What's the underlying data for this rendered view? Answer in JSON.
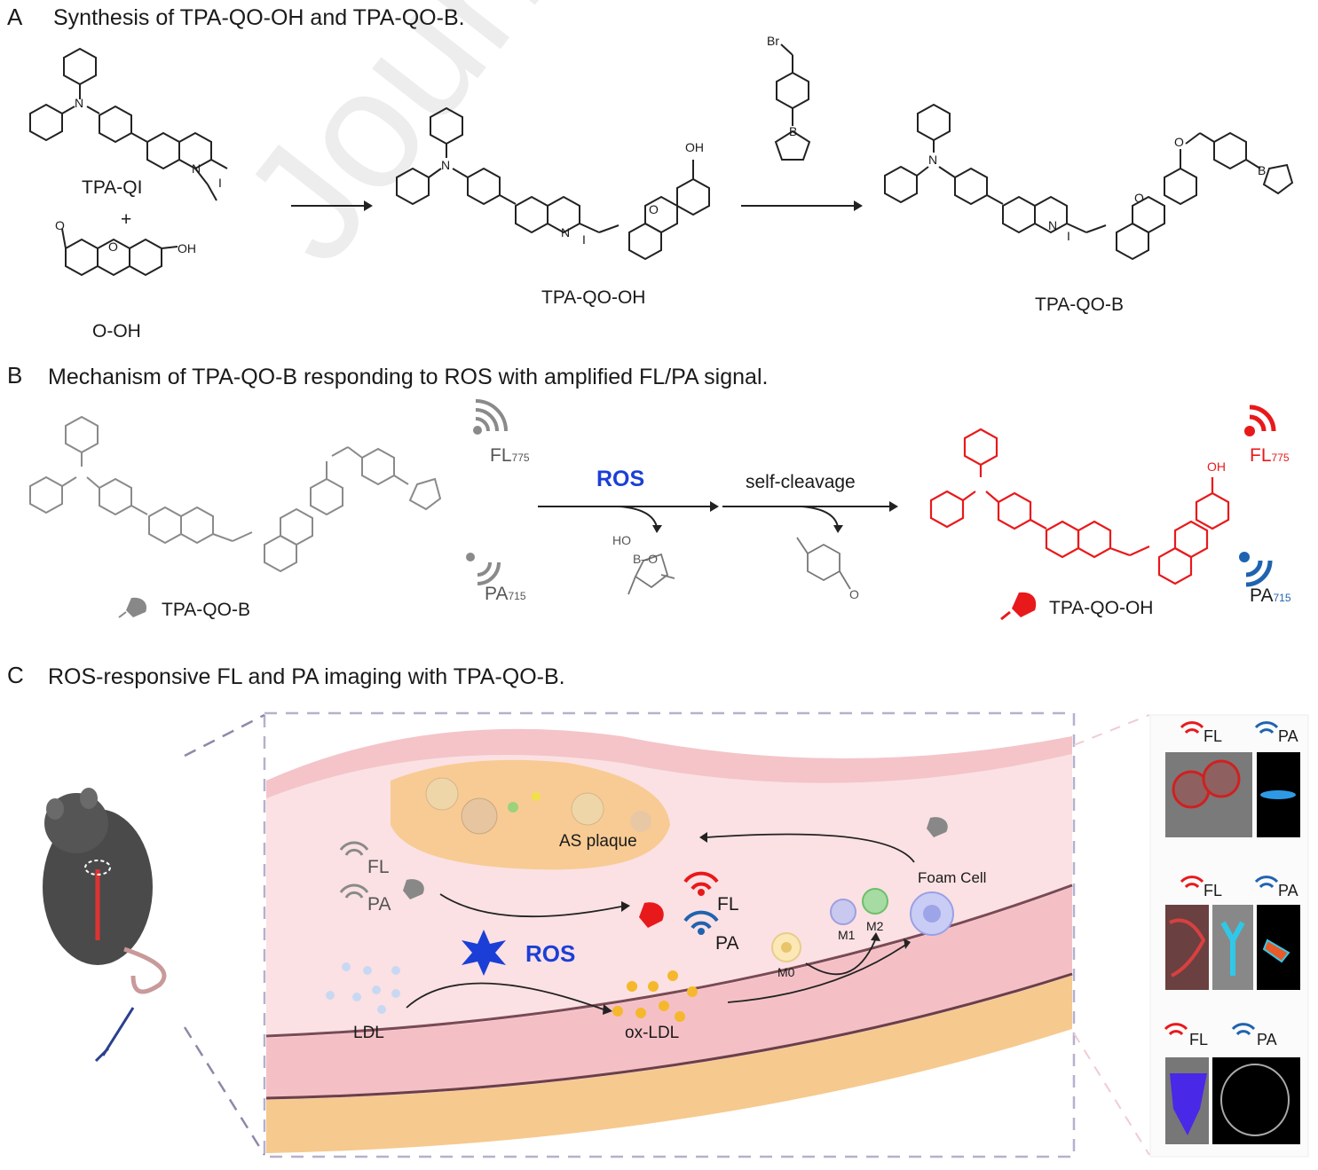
{
  "watermark": "Journal Pre",
  "panelA": {
    "letter": "A",
    "title": "Synthesis of TPA-QO-OH and TPA-QO-B.",
    "compounds": {
      "tpa_qi": "TPA-QI",
      "plus": "+",
      "o_oh": "O-OH",
      "tpa_qo_oh": "TPA-QO-OH",
      "tpa_qo_b": "TPA-QO-B"
    },
    "atoms": {
      "N": "N",
      "N_plus": "N",
      "I_minus": "I",
      "O": "O",
      "OH": "OH",
      "Br": "Br",
      "B": "B"
    }
  },
  "panelB": {
    "letter": "B",
    "title": "Mechanism of TPA-QO-B responding to ROS with amplified FL/PA signal.",
    "left_compound": "TPA-QO-B",
    "right_compound": "TPA-QO-OH",
    "fl": "FL",
    "fl_sub": "775",
    "pa": "PA",
    "pa_sub": "715",
    "ros": "ROS",
    "self_cleavage": "self-cleavage",
    "ho": "HO",
    "b_o": "B–O",
    "o": "O"
  },
  "panelC": {
    "letter": "C",
    "title": "ROS-responsive FL and PA imaging with TPA-QO-B.",
    "as_plaque": "AS plaque",
    "foam_cell": "Foam Cell",
    "fl": "FL",
    "pa": "PA",
    "ros": "ROS",
    "ldl": "LDL",
    "ox_ldl": "ox-LDL",
    "m0": "M0",
    "m1": "M1",
    "m2": "M2"
  },
  "colors": {
    "red": "#e8191b",
    "blue": "#1f63b0",
    "ros_blue": "#1b3fd6",
    "gray_signal": "#8a8a8a",
    "vessel_pink": "#f5c9cd",
    "plaque_orange": "#f7c98b"
  }
}
